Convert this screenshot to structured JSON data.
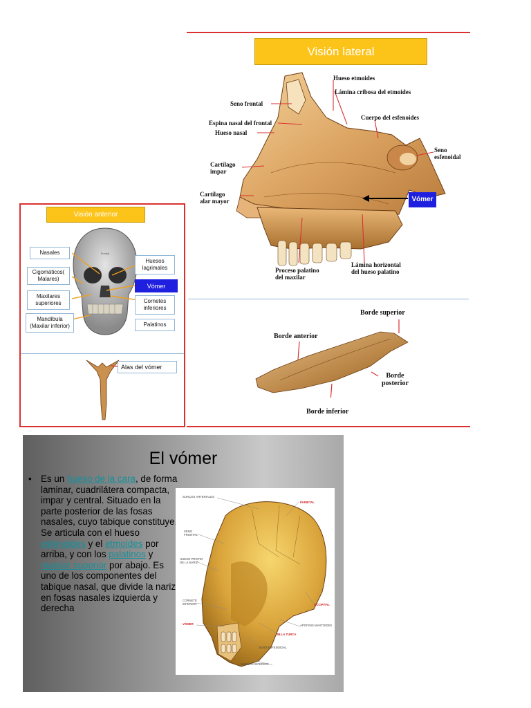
{
  "lateral": {
    "title": "Visión lateral",
    "labels": {
      "hueso_etmoides": "Hueso etmoides",
      "lamina_cribosa": "Lámina cribosa del etmoides",
      "seno_frontal": "Seno frontal",
      "cuerpo_esfenoides": "Cuerpo del esfenoides",
      "espina_nasal": "Espina nasal del frontal",
      "hueso_nasal": "Hueso nasal",
      "seno_esfenoidal_1": "Seno",
      "seno_esfenoidal_2": "esfenoidal",
      "cartilago_impar_1": "Cartílago",
      "cartilago_impar_2": "impar",
      "cartilago_alar_1": "Cartílago",
      "cartilago_alar_2": "alar mayor",
      "vomer": "Vómer",
      "proceso_palatino_1": "Proceso palatino",
      "proceso_palatino_2": "del maxilar",
      "lamina_horizontal_1": "Lámina horizontal",
      "lamina_horizontal_2": "del hueso palatino"
    },
    "borders": {
      "superior": "Borde superior",
      "anterior": "Borde anterior",
      "posterior_1": "Borde",
      "posterior_2": "posterior",
      "inferior": "Borde inferior"
    }
  },
  "anterior": {
    "title": "Visión anterior",
    "skull_text": "Frontal",
    "labels": {
      "nasales": "Nasales",
      "cigomaticos_1": "Cigomáticos(",
      "cigomaticos_2": "Malares)",
      "maxilares_1": "Maxilares",
      "maxilares_2": "superiores",
      "mandibula_1": "Mandíbula",
      "mandibula_2": "(Maxilar inferior)",
      "lagrimales_1": "Huesos",
      "lagrimales_2": "lagrimales",
      "vomer": "Vómer",
      "cornetes_1": "Cornetes",
      "cornetes_2": "inferiores",
      "palatinos": "Palatinos",
      "alas": "Alas del vómer"
    }
  },
  "slide": {
    "title_prefix": "El",
    "title_main": "vómer",
    "bullet": "•",
    "text": {
      "t1": "Es un ",
      "l1": "hueso de la cara",
      "t2": ", de forma laminar, cuadrilátera compacta, impar y central. Situado en la parte posterior de las fosas nasales, cuyo tabique constituye. Se articula con el hueso ",
      "l2": "esfenoides",
      "t3": " y el ",
      "l3": "etmoides",
      "t4": " por arriba, y con los ",
      "l4": "palatinos",
      "t5": " y ",
      "l5": "maxilar superior",
      "t6": " por abajo. Es uno de los componentes del tabique nasal, que divide la nariz en fosas nasales izquierda y derecha"
    },
    "skull_labels": {
      "surcos": "SURCOS ARTERIALES",
      "parietal": "PARIETAL",
      "seno_frontal_1": "SENO",
      "seno_frontal_2": "FRONTAL",
      "hueso_propio_1": "HUESO PROPIO",
      "hueso_propio_2": "DE LA NARIZ",
      "cornete_1": "CORNETE",
      "cornete_2": "INFERIOR",
      "occipital": "OCCIPITAL",
      "vomer": "VÓMER",
      "apofisis": "APÓFISIS MASTOIDES",
      "silla": "SILLA TURCA",
      "seno_esfenoidal": "SENO ESFENOIDAL",
      "maxilar": "MAXILAR INFERIOR"
    }
  },
  "colors": {
    "frame_red": "#d93030",
    "title_yellow": "#fcc319",
    "vomer_blue": "#1f1fe0",
    "bone": "#d6a35c",
    "link_teal": "#16909a"
  }
}
